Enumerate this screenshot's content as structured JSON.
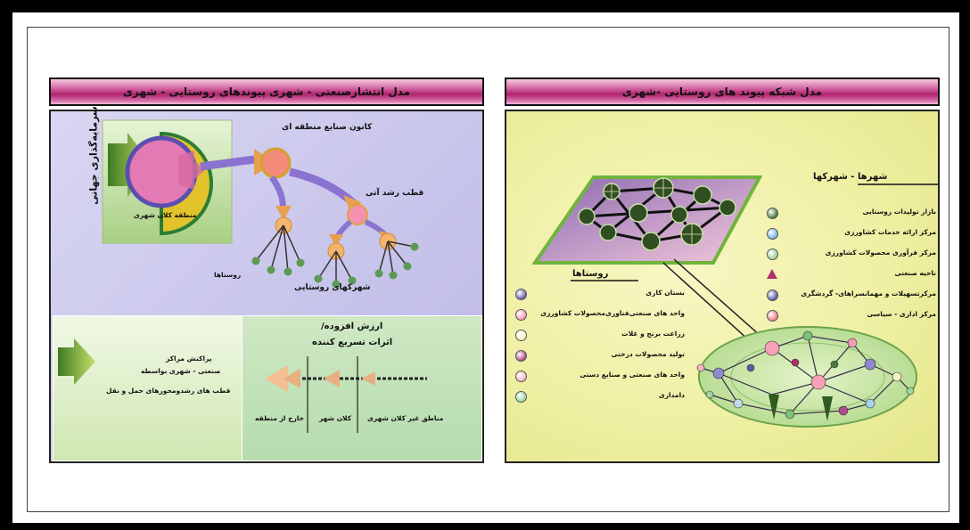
{
  "left_panel": {
    "title": "مدل انتشارصنعتی - شهری پیوندهای روستایی - شهری",
    "investment": "سرمایه‌گذاری جهانی",
    "metro_area": "منطقه کلان شهری",
    "regional_industry_hub": "کانون صنایع منطقه ای",
    "growth_pole": "قطب رشد آتی",
    "villages": "روستاها",
    "rural_towns": "شهرکهای روستایی",
    "value_added": "ارزش افزوده/",
    "accelerating_effects": "اثرات تسریع کننده",
    "legend_line1": "پراکنش مراکز",
    "legend_line2": "صنعتی - شهری بواسطه",
    "legend_line3": "قطب های رشدومحورهای حمل و نقل",
    "zone_outside": "خارج از منطقه",
    "zone_metro": "کلان شهر",
    "zone_non_metro": "مناطق غیر کلان شهری"
  },
  "right_panel": {
    "title": "مدل شبکه پیوند های روستایی -شهری",
    "towns_heading": "شهرها - شهرکها",
    "towns_items": [
      {
        "label": "بازار تولیدات روستایی",
        "color": "#4d7a3a"
      },
      {
        "label": "مرکز ارائه خدمات کشاورزی",
        "color": "#6fb7ea"
      },
      {
        "label": "مرکز فرآوری محصولات کشاورزی",
        "color": "#9ed29a"
      },
      {
        "label": "ناحیه صنعتی",
        "color": "#b0306a"
      },
      {
        "label": "مرکزتسهیلات و مهمانسراهای- گردشگری",
        "color": "#5a5aa8"
      },
      {
        "label": "مرکز اداری - سیاسی",
        "color": "#f08080"
      }
    ],
    "villages_heading": "روستاها",
    "village_items": [
      {
        "label": "بستان کاری",
        "color": "#6a5fb0"
      },
      {
        "label": "واحد های صنعتی‌فناوری‌محصولات کشاورزی",
        "color": "#f29ab6"
      },
      {
        "label": "زراعت برنج و غلات",
        "color": "#f3f3c0"
      },
      {
        "label": "تولید محصولات درختی",
        "color": "#b24a8e"
      },
      {
        "label": "واحد های صنعتی و صنایع دستی",
        "color": "#f4b8c0"
      },
      {
        "label": "دامداری",
        "color": "#9fd6a0"
      }
    ]
  }
}
